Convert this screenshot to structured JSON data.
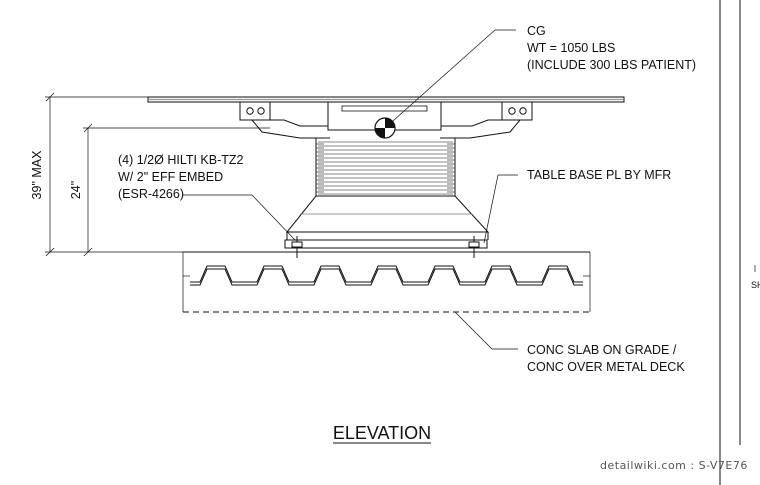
{
  "cg": {
    "label": "CG",
    "weight": "WT = 1050 LBS",
    "note": "(INCLUDE 300 LBS PATIENT)"
  },
  "anchor_note": {
    "line1": "(4) 1/2Ø HILTI KB-TZ2",
    "line2": "W/ 2\" EFF EMBED",
    "line3": "(ESR-4266)"
  },
  "base_plate_note": "TABLE BASE PL BY MFR",
  "slab_note": {
    "line1": "CONC SLAB ON GRADE /",
    "line2": "CONC OVER METAL DECK"
  },
  "dimensions": {
    "max_height": "39\" MAX",
    "base_height": "24\""
  },
  "view_title": "ELEVATION",
  "watermark": "detailwiki.com : S-V7E76",
  "edge_text": "SH"
}
